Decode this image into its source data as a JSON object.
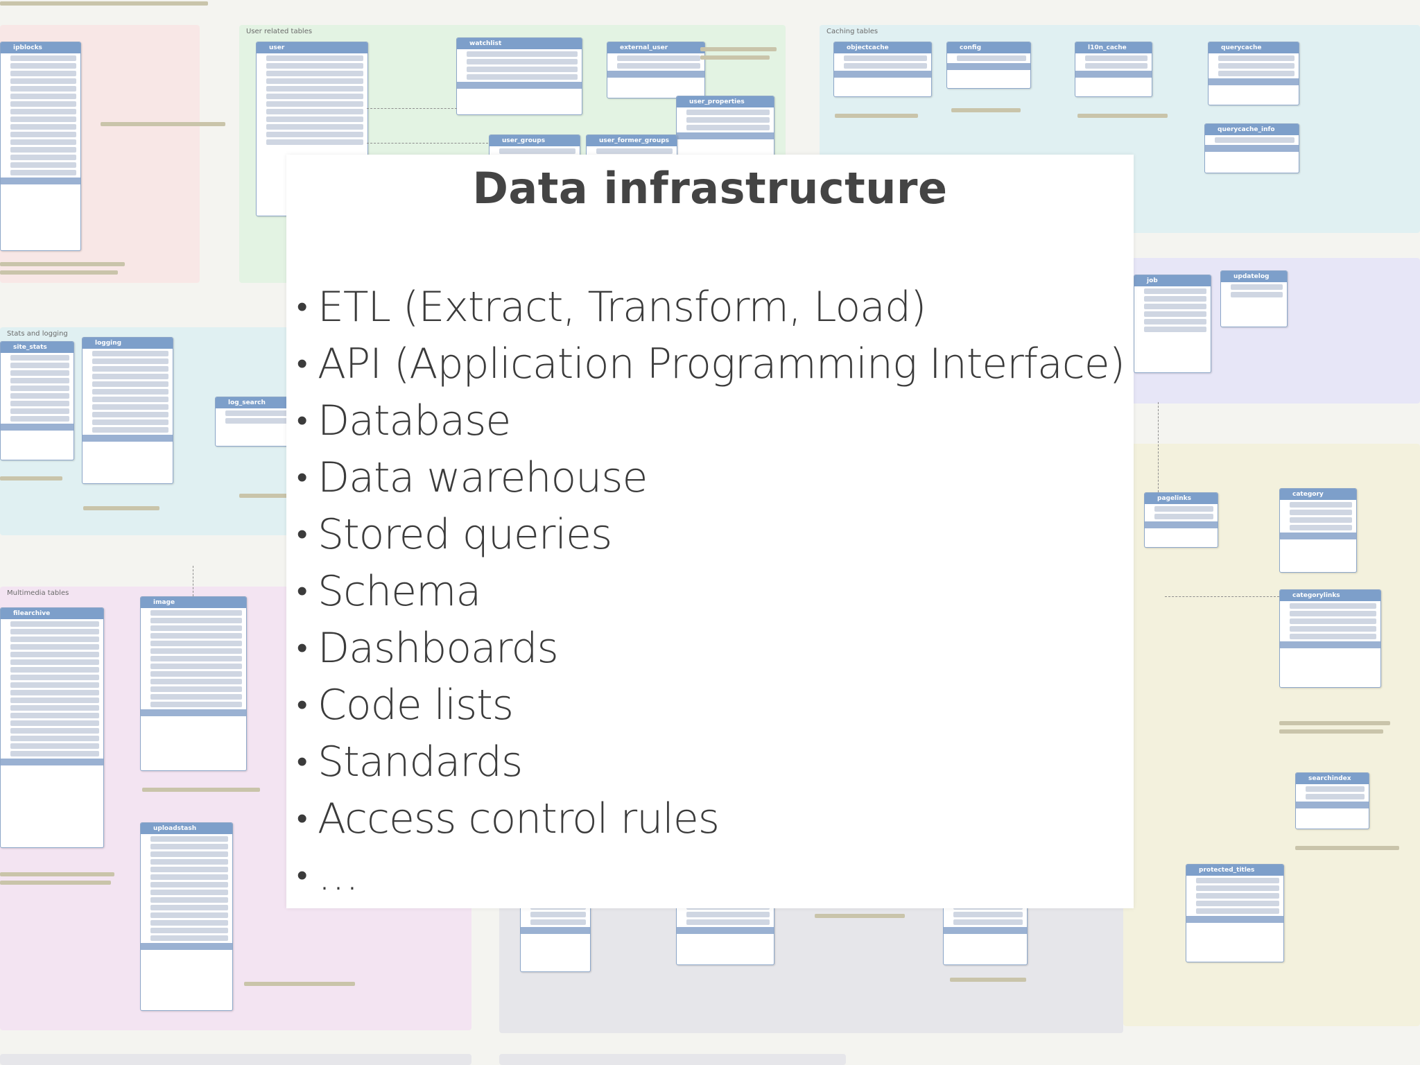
{
  "slide": {
    "title": "Data infrastructure",
    "bullet_marker": "•",
    "bullets": [
      "ETL (Extract, Transform, Load)",
      "API (Application Programming Interface)",
      "Database",
      "Data warehouse",
      "Stored queries",
      "Schema",
      "Dashboards",
      "Code lists",
      "Standards",
      "Access control rules",
      "…"
    ]
  },
  "background_diagram": {
    "description_colors": {
      "table_header": "#7d9fca",
      "table_border": "#8ca6c8",
      "group_red": "#f8e7e6",
      "group_green": "#e3f3e3",
      "group_cyan": "#e0f0f2",
      "group_pink": "#f3e4f2",
      "group_violet": "#e7e6f7",
      "group_yellow": "#f3f1dd"
    },
    "group_titles": [
      "User related tables",
      "Caching tables",
      "Stats and logging",
      "Multimedia tables"
    ],
    "table_names": [
      "ipblocks",
      "user",
      "watchlist",
      "external_user",
      "user_properties",
      "user_groups",
      "user_former_groups",
      "objectcache",
      "config",
      "l10n_cache",
      "querycache",
      "querycache_info",
      "site_stats",
      "logging",
      "log_search",
      "filearchive",
      "image",
      "uploadstash",
      "pagelinks",
      "category",
      "categorylinks",
      "searchindex",
      "protected_titles",
      "job",
      "updatelog"
    ]
  }
}
